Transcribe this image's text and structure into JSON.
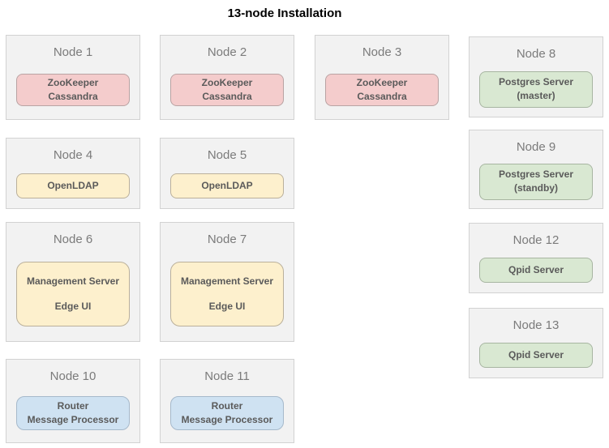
{
  "title": "13-node Installation",
  "colors": {
    "zookeeper": {
      "fill": "#f4cccc",
      "border": "#b9a3a3"
    },
    "ldap": {
      "fill": "#fdf0cd",
      "border": "#bab09b"
    },
    "mgmt": {
      "fill": "#fdf0cd",
      "border": "#bab09b"
    },
    "router": {
      "fill": "#cfe2f2",
      "border": "#a6b9cb"
    },
    "postgres": {
      "fill": "#d9e8d2",
      "border": "#a7b5a1"
    },
    "qpid": {
      "fill": "#d9e8d2",
      "border": "#a7b5a1"
    }
  },
  "nodes": [
    {
      "name": "Node 1",
      "services": [
        "ZooKeeper",
        "Cassandra"
      ]
    },
    {
      "name": "Node 2",
      "services": [
        "ZooKeeper",
        "Cassandra"
      ]
    },
    {
      "name": "Node 3",
      "services": [
        "ZooKeeper",
        "Cassandra"
      ]
    },
    {
      "name": "Node 4",
      "services": [
        "OpenLDAP"
      ]
    },
    {
      "name": "Node 5",
      "services": [
        "OpenLDAP"
      ]
    },
    {
      "name": "Node 6",
      "services": [
        "Management Server",
        "Edge UI"
      ]
    },
    {
      "name": "Node 7",
      "services": [
        "Management Server",
        "Edge UI"
      ]
    },
    {
      "name": "Node 8",
      "services": [
        "Postgres Server",
        "(master)"
      ]
    },
    {
      "name": "Node 9",
      "services": [
        "Postgres Server",
        "(standby)"
      ]
    },
    {
      "name": "Node 10",
      "services": [
        "Router",
        "Message Processor"
      ]
    },
    {
      "name": "Node 11",
      "services": [
        "Router",
        "Message Processor"
      ]
    },
    {
      "name": "Node 12",
      "services": [
        "Qpid Server"
      ]
    },
    {
      "name": "Node 13",
      "services": [
        "Qpid Server"
      ]
    }
  ]
}
